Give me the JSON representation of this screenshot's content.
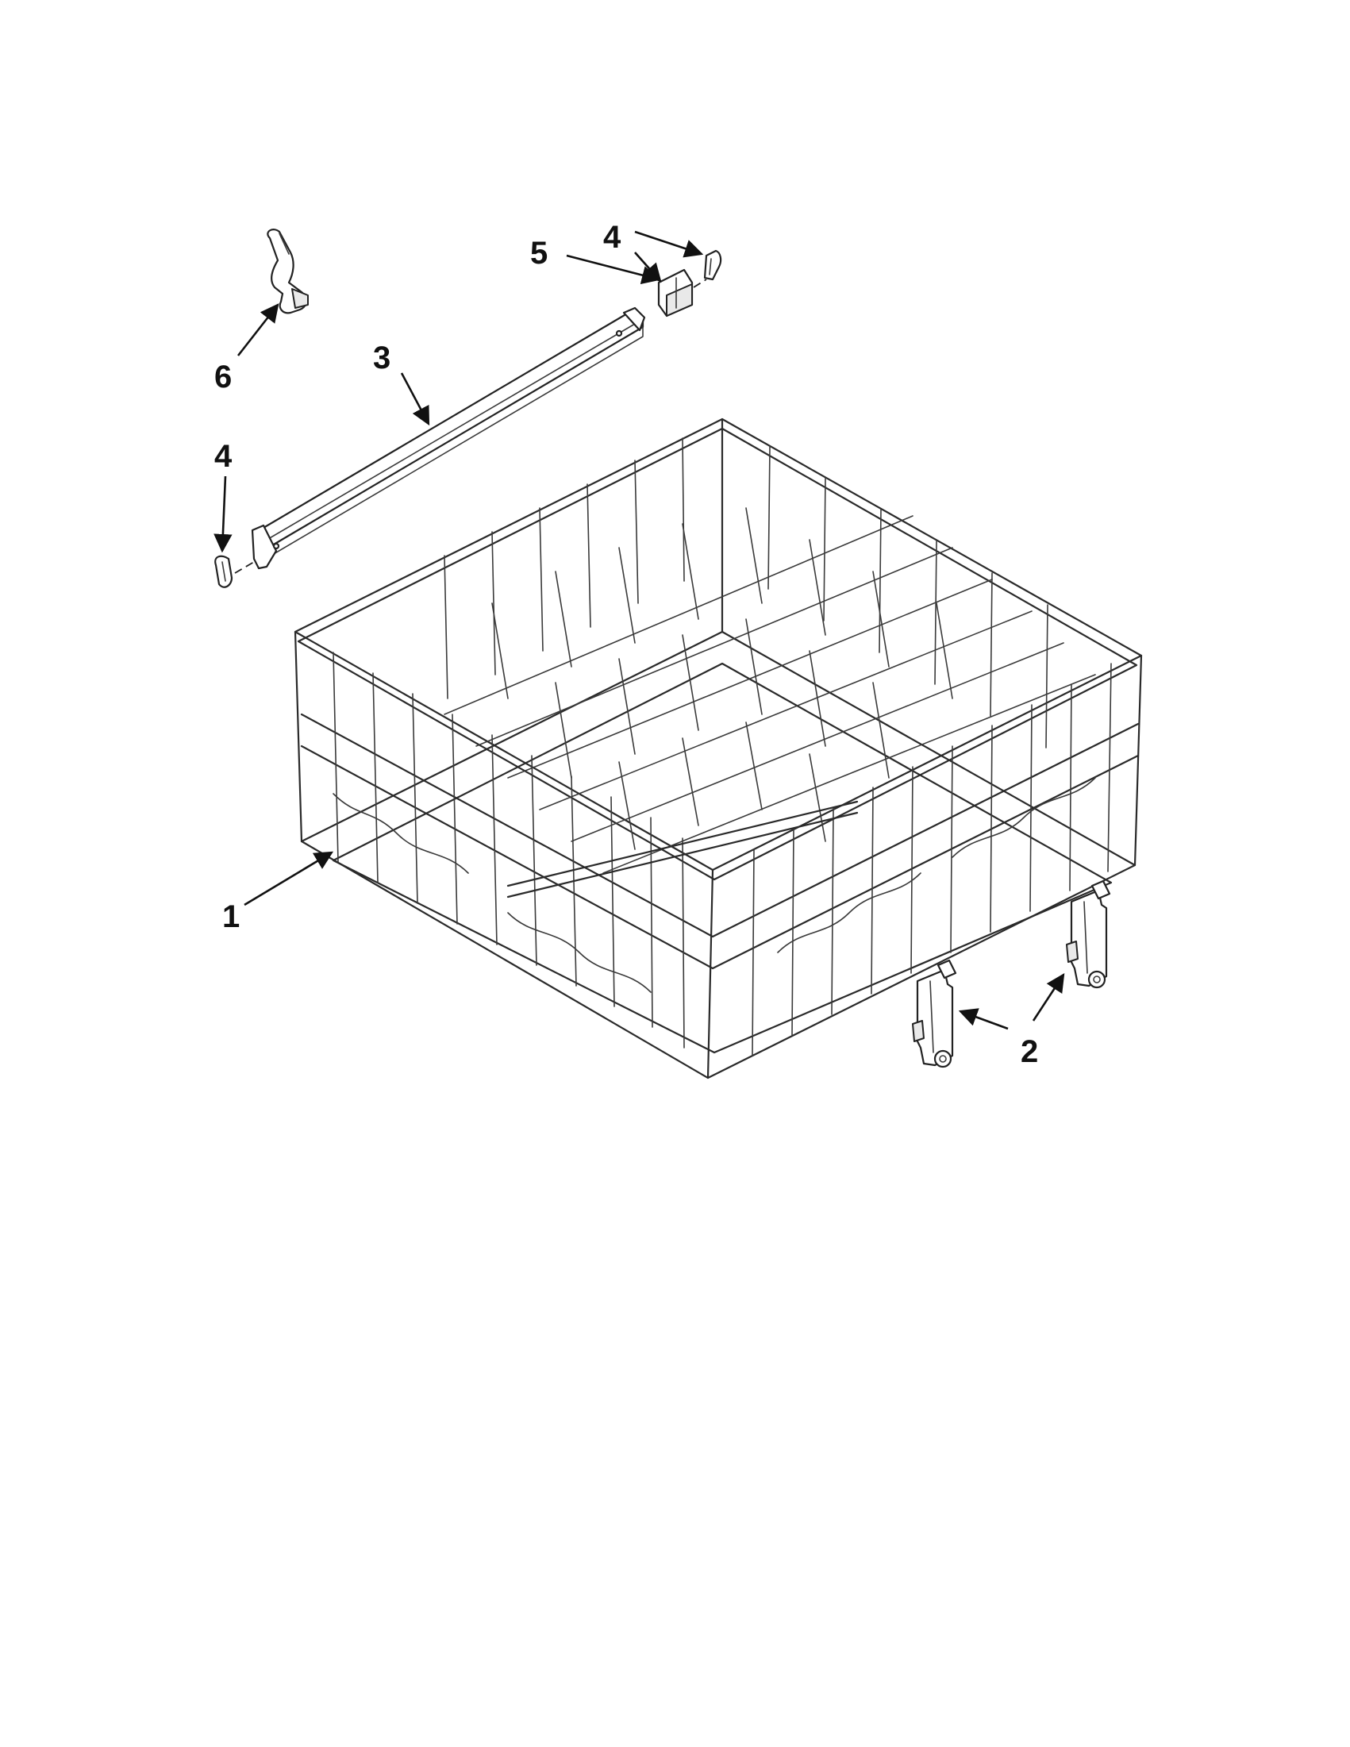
{
  "callouts": [
    {
      "id": "rack",
      "label": "1"
    },
    {
      "id": "wheel-assembly",
      "label": "2"
    },
    {
      "id": "rail",
      "label": "3"
    },
    {
      "id": "end-cap-left",
      "label": "4"
    },
    {
      "id": "end-cap-right",
      "label": "4"
    },
    {
      "id": "stop",
      "label": "5"
    },
    {
      "id": "adjuster",
      "label": "6"
    }
  ],
  "colors": {
    "line": "#111111",
    "background": "#ffffff"
  }
}
